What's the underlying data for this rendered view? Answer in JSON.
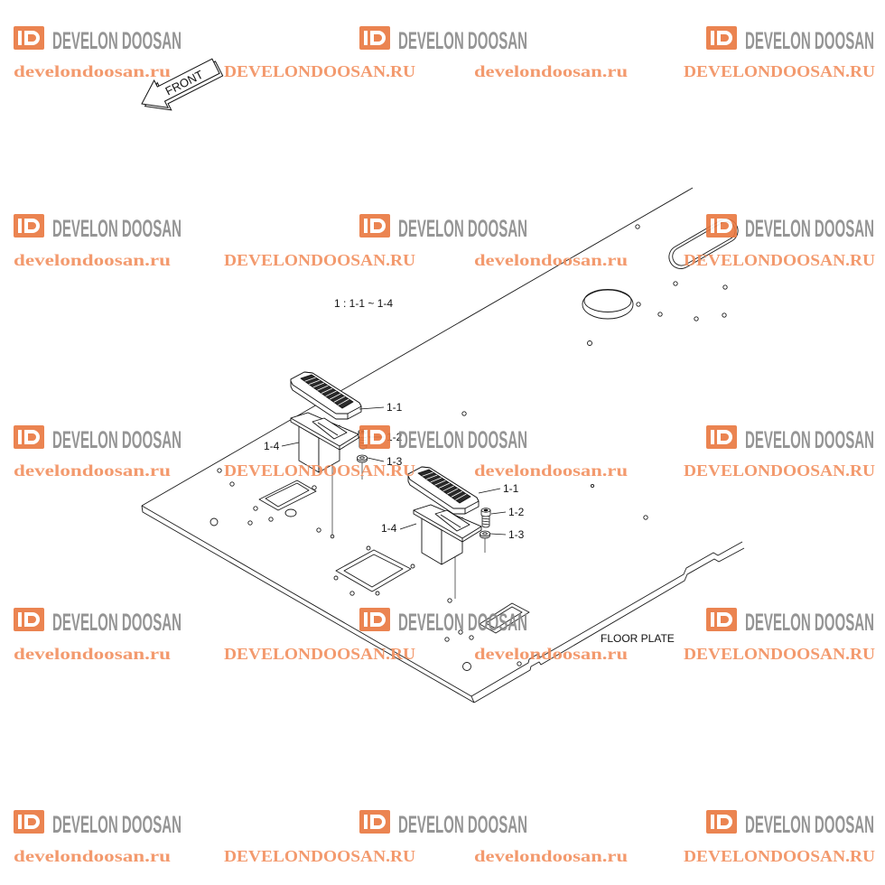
{
  "watermark": {
    "brand": "DEVELON DOOSAN",
    "url_lower": "develondoosan.ru",
    "url_upper": "DEVELONDOOSAN.RU",
    "icon_color": "#e9773f",
    "brand_color": "#8a8a8a",
    "url_color": "#f2905f"
  },
  "front_arrow": {
    "label": "FRONT",
    "icon": "front-direction-arrow-icon"
  },
  "diagram": {
    "assembly_note": "1 : 1-1 ~ 1-4",
    "floor_plate_label": "FLOOR PLATE",
    "callouts": {
      "pad": "1-1",
      "bolt": "1-2",
      "washer": "1-3",
      "bracket": "1-4"
    }
  }
}
